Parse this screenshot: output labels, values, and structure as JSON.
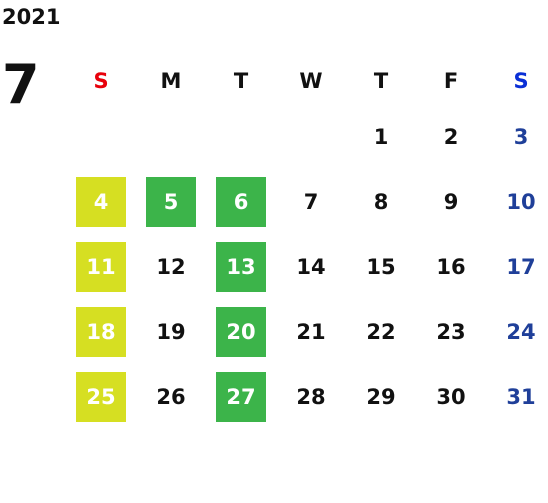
{
  "year": "2021",
  "month": "7",
  "colors": {
    "sunday_header": "#e8000b",
    "saturday": "#1f3f99",
    "saturday_header": "#0a2fd6",
    "yellow_highlight": "#d6df22",
    "green_highlight": "#3cb44a",
    "text": "#111111"
  },
  "weekdays": [
    "S",
    "M",
    "T",
    "W",
    "T",
    "F",
    "S"
  ],
  "weeks": [
    [
      {
        "d": ""
      },
      {
        "d": ""
      },
      {
        "d": ""
      },
      {
        "d": ""
      },
      {
        "d": "1"
      },
      {
        "d": "2"
      },
      {
        "d": "3"
      }
    ],
    [
      {
        "d": "4",
        "hl": "yellow"
      },
      {
        "d": "5",
        "hl": "green"
      },
      {
        "d": "6",
        "hl": "green"
      },
      {
        "d": "7"
      },
      {
        "d": "8"
      },
      {
        "d": "9"
      },
      {
        "d": "10"
      }
    ],
    [
      {
        "d": "11",
        "hl": "yellow"
      },
      {
        "d": "12"
      },
      {
        "d": "13",
        "hl": "green"
      },
      {
        "d": "14"
      },
      {
        "d": "15"
      },
      {
        "d": "16"
      },
      {
        "d": "17"
      }
    ],
    [
      {
        "d": "18",
        "hl": "yellow"
      },
      {
        "d": "19"
      },
      {
        "d": "20",
        "hl": "green"
      },
      {
        "d": "21"
      },
      {
        "d": "22"
      },
      {
        "d": "23"
      },
      {
        "d": "24"
      }
    ],
    [
      {
        "d": "25",
        "hl": "yellow"
      },
      {
        "d": "26"
      },
      {
        "d": "27",
        "hl": "green"
      },
      {
        "d": "28"
      },
      {
        "d": "29"
      },
      {
        "d": "30"
      },
      {
        "d": "31"
      }
    ]
  ]
}
